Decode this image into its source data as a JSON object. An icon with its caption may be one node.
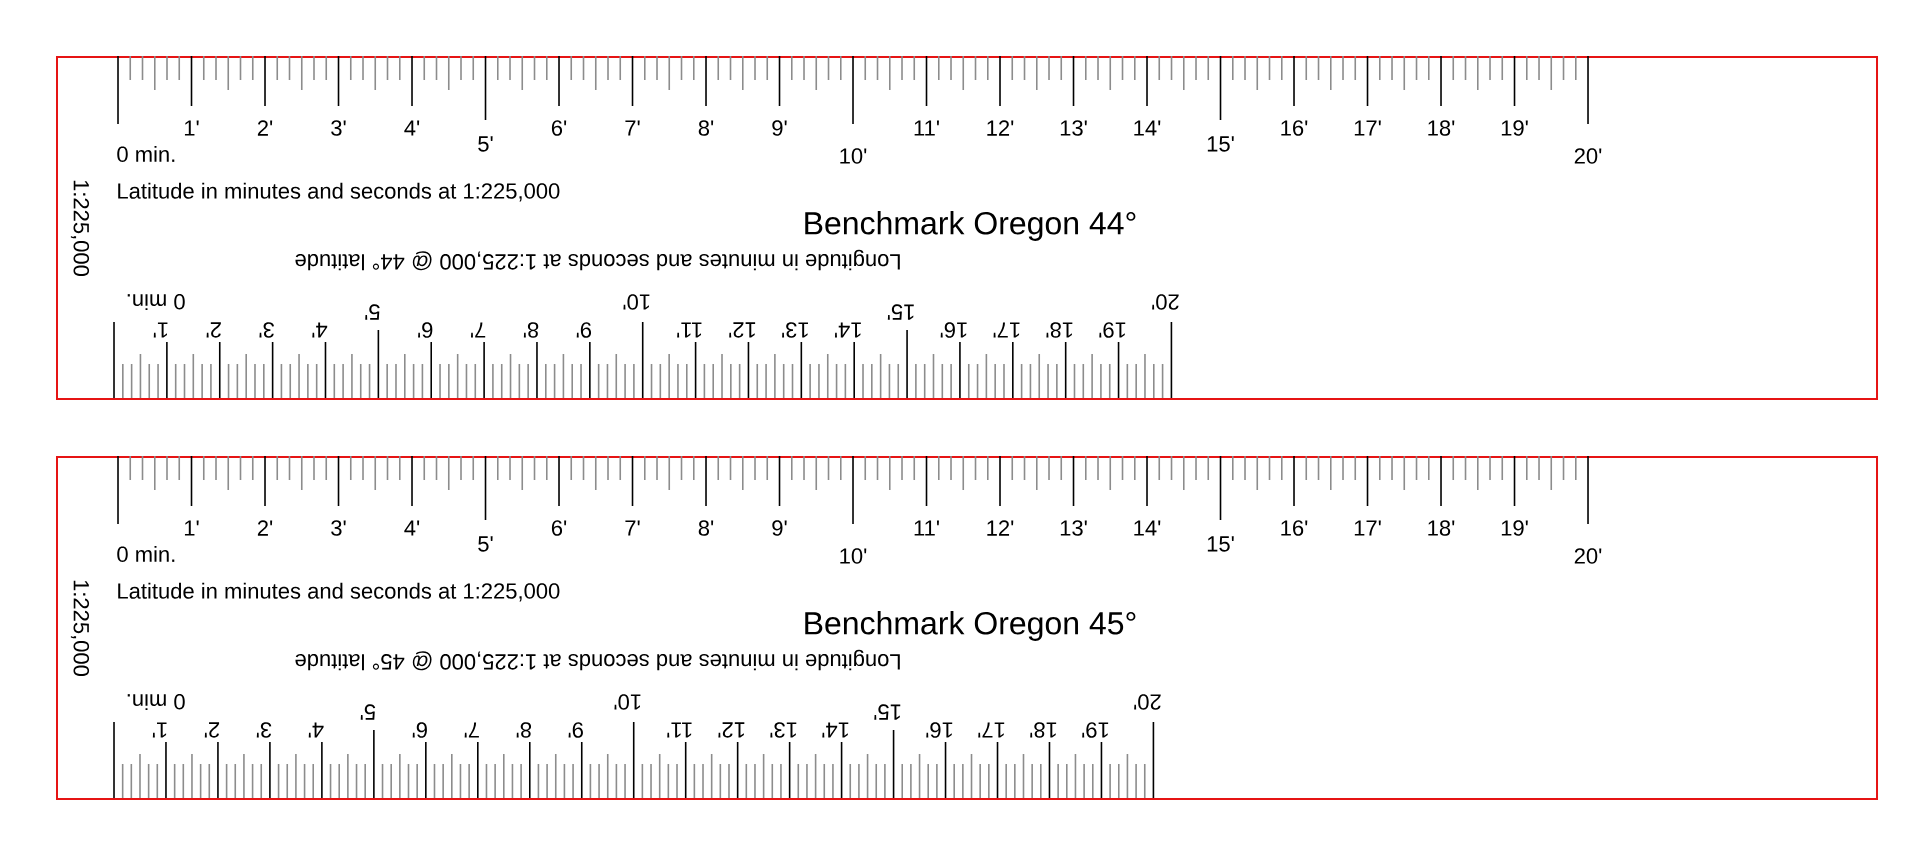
{
  "diagram": {
    "nodes": [
      {
        "text": [
          "Benchmark Oregon 44°",
          "Latitude in minutes and seconds at 1:225,000",
          "Longitude in minutes and seconds at 1:225,000 @ 44° latitude",
          "1:225,000"
        ]
      },
      {
        "text": [
          "0 min.",
          "1'",
          "2'",
          "3'",
          "4'",
          "5'",
          "6'",
          "7'",
          "8'",
          "9'",
          "10'",
          "11'",
          "12'",
          "13'",
          "14'",
          "15'",
          "16'",
          "17'",
          "18'",
          "19'",
          "20'"
        ],
        "in": 0
      },
      {
        "text": [
          "0 min.",
          "1'",
          "2'",
          "3'",
          "4'",
          "5'",
          "6'",
          "7'",
          "8'",
          "9'",
          "10'",
          "11'",
          "12'",
          "13'",
          "14'",
          "15'",
          "16'",
          "17'",
          "18'",
          "19'",
          "20'"
        ],
        "in": 0
      },
      {
        "text": [
          "Benchmark Oregon 45°",
          "Latitude in minutes and seconds at 1:225,000",
          "Longitude in minutes and seconds at 1:225,000 @ 45° latitude",
          "1:225,000"
        ]
      },
      {
        "text": [
          "0 min.",
          "1'",
          "2'",
          "3'",
          "4'",
          "5'",
          "6'",
          "7'",
          "8'",
          "9'",
          "10'",
          "11'",
          "12'",
          "13'",
          "14'",
          "15'",
          "16'",
          "17'",
          "18'",
          "19'",
          "20'"
        ],
        "in": 3
      },
      {
        "text": [
          "0 min.",
          "1'",
          "2'",
          "3'",
          "4'",
          "5'",
          "6'",
          "7'",
          "8'",
          "9'",
          "10'",
          "11'",
          "12'",
          "13'",
          "14'",
          "15'",
          "16'",
          "17'",
          "18'",
          "19'",
          "20'"
        ],
        "in": 3
      }
    ]
  }
}
